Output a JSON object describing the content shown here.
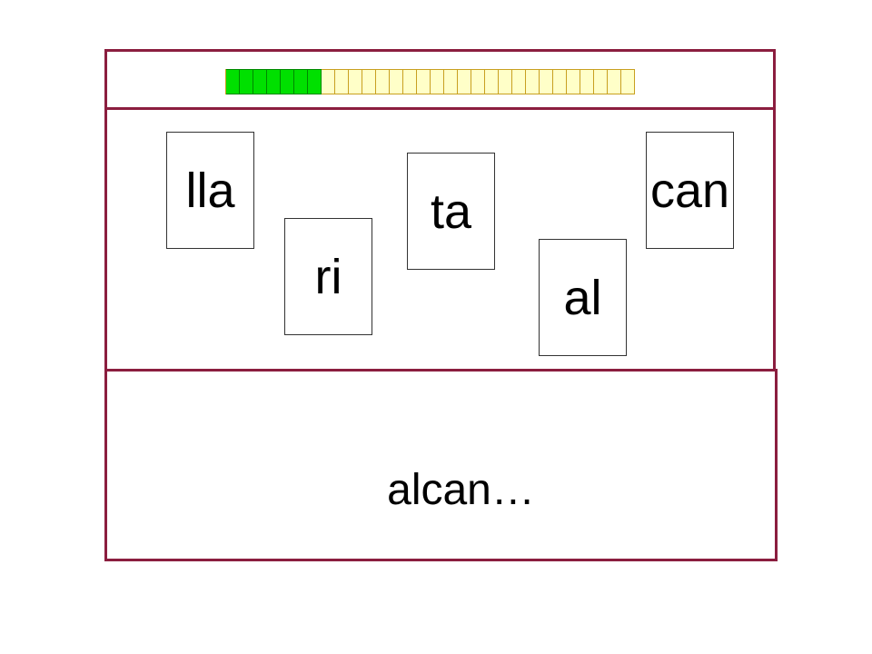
{
  "progress": {
    "total_segments": 30,
    "completed_segments": 7,
    "done_color": "#00e000",
    "pending_color": "#ffffc8"
  },
  "syllable_cards": [
    {
      "id": "lla",
      "label": "lla"
    },
    {
      "id": "ri",
      "label": "ri"
    },
    {
      "id": "ta",
      "label": "ta"
    },
    {
      "id": "al",
      "label": "al"
    },
    {
      "id": "can",
      "label": "can"
    }
  ],
  "answer": {
    "text": "alcan…"
  },
  "colors": {
    "frame": "#8b1e3f"
  }
}
